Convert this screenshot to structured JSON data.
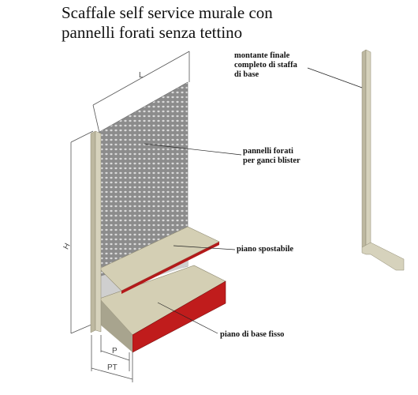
{
  "title": {
    "line1": "Scaffale self service murale con",
    "line2": "pannelli forati senza tettino"
  },
  "labels": {
    "montante": [
      "montante finale",
      "completo di staffa",
      "di base"
    ],
    "pannelli": [
      "pannelli forati",
      "per ganci blister"
    ],
    "piano_spostabile": "piano spostabile",
    "piano_base": "piano di base fisso"
  },
  "dimensions": {
    "length": "L",
    "height": "H",
    "depth": "P",
    "total_depth": "PT"
  },
  "colors": {
    "frame": "#d6d2bc",
    "frame_edge": "#8f8a72",
    "panel": "#8a8a8a",
    "shelf_top": "#d4cfb4",
    "shelf_edge": "#b31a1a",
    "base_front": "#c01c1c",
    "shadow": "#c9c9c9"
  }
}
